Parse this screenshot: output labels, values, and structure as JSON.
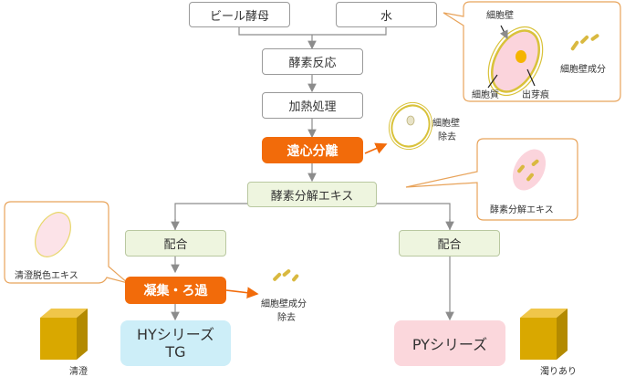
{
  "nodes": {
    "beer_yeast": "ビール酵母",
    "water": "水",
    "enzyme_reaction": "酵素反応",
    "heat_treatment": "加熱処理",
    "centrifuge": "遠心分離",
    "yeast_extract": "酵素分解エキス",
    "blend_left": "配合",
    "blend_right": "配合",
    "coagulate_filter": "凝集・ろ過",
    "hy_series_line1": "HYシリーズ",
    "hy_series_line2": "TG",
    "py_series": "PYシリーズ"
  },
  "labels": {
    "cell_wall": "細胞壁",
    "cytoplasm": "細胞質",
    "bud_scar": "出芽痕",
    "cell_wall_component": "細胞壁成分",
    "cell_wall_removal_1": "細胞壁",
    "cell_wall_removal_2": "除去",
    "enzyme_extract_label": "酵素分解エキス",
    "clear_decolor_extract": "清澄脱色エキス",
    "component_removal_1": "細胞壁成分",
    "component_removal_2": "除去",
    "clear": "清澄",
    "turbid": "濁りあり"
  },
  "colors": {
    "orange": "#f26b0a",
    "arrow_gray": "#8c8c8c",
    "callout_border": "#e8a35a",
    "cell_pink": "#fbd4dc",
    "cell_wall_yellow": "#d9c23a",
    "gold_box": "#d9a800"
  }
}
